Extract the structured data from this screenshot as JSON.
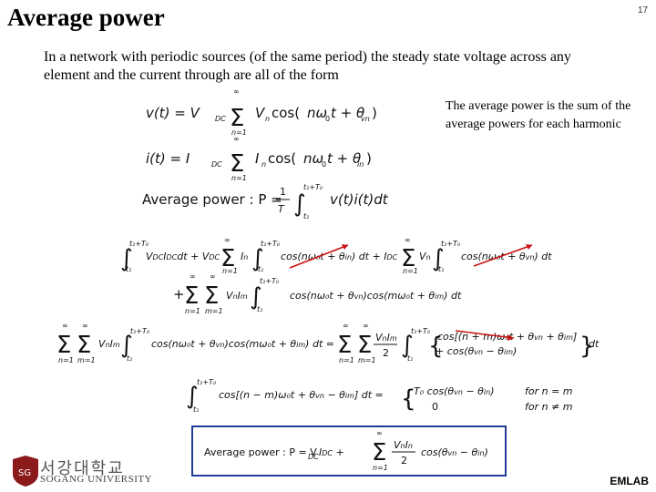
{
  "slide": {
    "title": "Average power",
    "page_number": "17",
    "intro": "In a network with periodic sources (of the same period) the steady state voltage across any element and the current through are all of the form",
    "note": "The average power is the sum of the average powers for each harmonic",
    "footer": "EMLAB"
  },
  "logo": {
    "korean": "서강대학교",
    "english": "SOGANG UNIVERSITY",
    "colors": {
      "seal": "#8b1a1a",
      "text": "#555555"
    }
  },
  "equations": {
    "v_lhs": "v(t) = V",
    "v_sub": "DC",
    "i_lhs": "i(t) = I",
    "i_sub": "DC",
    "avg_label": "Average power : P =",
    "avg_box_label": "Average power : P = V",
    "for_eq": "for n = m",
    "for_neq": "for n ≠ m",
    "ie": "+ cos(θvn − θim)",
    "colors": {
      "arrow": "#cc1111",
      "box_border": "#1f3d99"
    }
  }
}
